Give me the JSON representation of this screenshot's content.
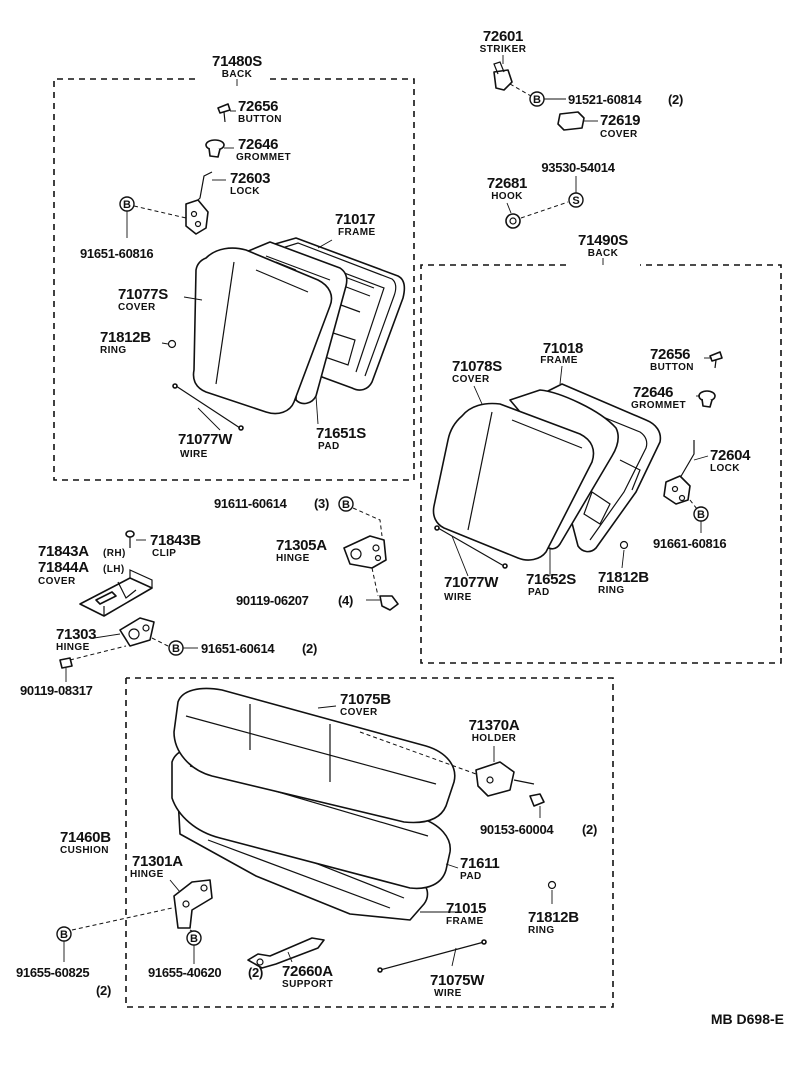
{
  "parts": {
    "back_left": {
      "num": "71480S",
      "name": "BACK"
    },
    "button_l": {
      "num": "72656",
      "name": "BUTTON"
    },
    "grommet_l": {
      "num": "72646",
      "name": "GROMMET"
    },
    "lock_l": {
      "num": "72603",
      "name": "LOCK"
    },
    "bolt_91651_60816": {
      "num": "91651-60816"
    },
    "frame_l": {
      "num": "71017",
      "name": "FRAME"
    },
    "cover_l": {
      "num": "71077S",
      "name": "COVER"
    },
    "ring_l": {
      "num": "71812B",
      "name": "RING"
    },
    "wire_l": {
      "num": "71077W",
      "name": "WIRE"
    },
    "pad_l": {
      "num": "71651S",
      "name": "PAD"
    },
    "striker": {
      "num": "72601",
      "name": "STRIKER"
    },
    "bolt_91521": {
      "num": "91521-60814",
      "qty": "(2)"
    },
    "cover_72619": {
      "num": "72619",
      "name": "COVER"
    },
    "screw_93530": {
      "num": "93530-54014"
    },
    "hook": {
      "num": "72681",
      "name": "HOOK"
    },
    "back_right": {
      "num": "71490S",
      "name": "BACK"
    },
    "frame_r": {
      "num": "71018",
      "name": "FRAME"
    },
    "cover_r": {
      "num": "71078S",
      "name": "COVER"
    },
    "button_r": {
      "num": "72656",
      "name": "BUTTON"
    },
    "grommet_r": {
      "num": "72646",
      "name": "GROMMET"
    },
    "lock_r": {
      "num": "72604",
      "name": "LOCK"
    },
    "bolt_91661": {
      "num": "91661-60816"
    },
    "wire_r": {
      "num": "71077W",
      "name": "WIRE"
    },
    "pad_r": {
      "num": "71652S",
      "name": "PAD"
    },
    "ring_r": {
      "num": "71812B",
      "name": "RING"
    },
    "bolt_91611": {
      "num": "91611-60614",
      "qty": "(3)"
    },
    "clip": {
      "num": "71843B",
      "name": "CLIP"
    },
    "cover_rh": {
      "num": "71843A",
      "suffix": "(RH)"
    },
    "cover_lh": {
      "num": "71844A",
      "suffix": "(LH)",
      "name": "COVER"
    },
    "hinge_71305": {
      "num": "71305A",
      "name": "HINGE"
    },
    "bolt_90119_06207": {
      "num": "90119-06207",
      "qty": "(4)"
    },
    "hinge_71303": {
      "num": "71303",
      "name": "HINGE"
    },
    "bolt_91651_60614": {
      "num": "91651-60614",
      "qty": "(2)"
    },
    "bolt_90119_08317": {
      "num": "90119-08317"
    },
    "cover_cushion": {
      "num": "71075B",
      "name": "COVER"
    },
    "holder": {
      "num": "71370A",
      "name": "HOLDER"
    },
    "bolt_90153": {
      "num": "90153-60004",
      "qty": "(2)"
    },
    "cushion": {
      "num": "71460B",
      "name": "CUSHION"
    },
    "hinge_71301": {
      "num": "71301A",
      "name": "HINGE"
    },
    "pad_cushion": {
      "num": "71611",
      "name": "PAD"
    },
    "frame_cushion": {
      "num": "71015",
      "name": "FRAME"
    },
    "ring_cushion": {
      "num": "71812B",
      "name": "RING"
    },
    "bolt_91655_60825": {
      "num": "91655-60825",
      "qty": "(2)"
    },
    "bolt_91655_40620": {
      "num": "91655-40620",
      "qty": "(2)"
    },
    "support": {
      "num": "72660A",
      "name": "SUPPORT"
    },
    "wire_cushion": {
      "num": "71075W",
      "name": "WIRE"
    }
  },
  "markers": {
    "bolt": "B",
    "screw": "S"
  },
  "drawing_code": "MB D698-E"
}
